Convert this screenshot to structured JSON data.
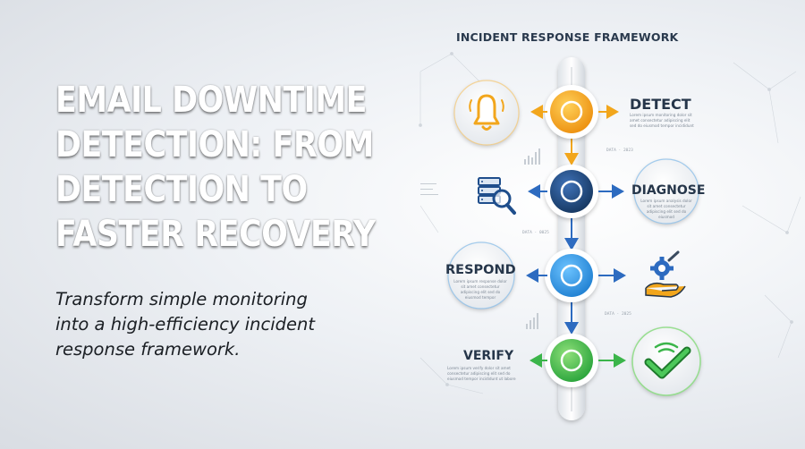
{
  "hero": {
    "title_lines": [
      "EMAIL DOWNTIME",
      "DETECTION: FROM",
      "DETECTION TO",
      "FASTER RECOVERY"
    ],
    "subtitle_lines": [
      "Transform simple monitoring",
      "into a high-efficiency incident",
      "response framework."
    ]
  },
  "framework": {
    "title": "INCIDENT RESPONSE FRAMEWORK",
    "stages": [
      {
        "label": "DETECT",
        "color": "#f2a61c",
        "icon": "bell-icon",
        "desc": "Lorem ipsum monitoring dolor sit amet consectetur adipiscing elit sed do eiusmod tempor incididunt"
      },
      {
        "label": "DIAGNOSE",
        "color": "#1f4e8c",
        "icon": "server-search-icon",
        "desc": "Lorem ipsum analysis dolor sit amet consectetur adipiscing elit sed do eiusmod"
      },
      {
        "label": "RESPOND",
        "color": "#2d8fe0",
        "icon": "gear-hand-icon",
        "desc": "Lorem ipsum response dolor sit amet consectetur adipiscing elit sed do eiusmod tempor"
      },
      {
        "label": "VERIFY",
        "color": "#3bb54a",
        "icon": "check-wifi-icon",
        "desc": "Lorem ipsum verify dolor sit amet consectetur adipiscing elit sed do eiusmod tempor incididunt ut labore"
      }
    ],
    "data_tags": [
      "DATA · 2023",
      "DATA · 0025",
      "DATA · 2025"
    ],
    "colors": {
      "accent_dark": "#26364a",
      "arrow_orange": "#f2a61c",
      "arrow_blue": "#2d6bc0",
      "arrow_green": "#3bb54a"
    }
  }
}
